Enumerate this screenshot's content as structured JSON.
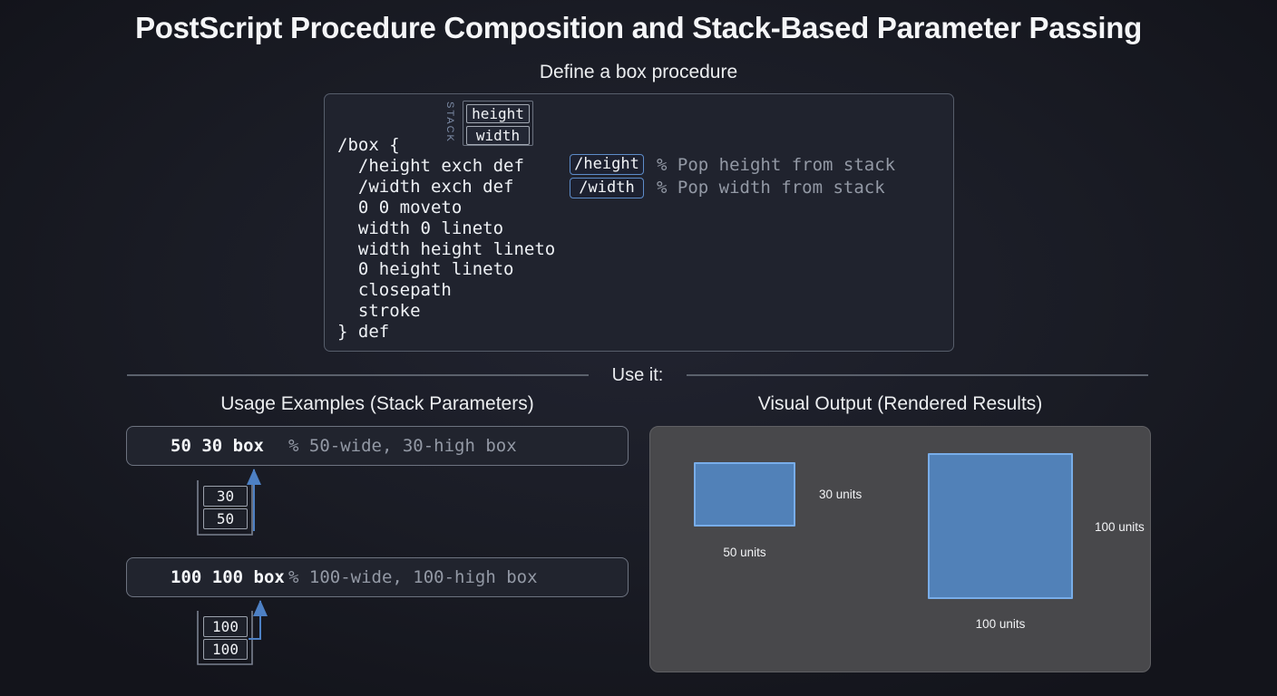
{
  "title": "PostScript Procedure Composition and Stack-Based Parameter Passing",
  "define_section": {
    "heading": "Define a box procedure",
    "stack_label": "STACK",
    "stack_items": [
      "height",
      "width"
    ],
    "code_lines": [
      "/box {",
      "  /height exch def",
      "  /width exch def",
      "  0 0 moveto",
      "  width 0 lineto",
      "  width height lineto",
      "  0 height lineto",
      "  closepath",
      "  stroke",
      "} def"
    ],
    "param_chips": [
      "/height",
      "/width"
    ],
    "comments": [
      "% Pop height from stack",
      "% Pop width from stack"
    ]
  },
  "divider": {
    "label": "Use it:"
  },
  "usage_section": {
    "heading": "Usage Examples (Stack Parameters)",
    "examples": [
      {
        "code": "50 30 box",
        "comment": "% 50-wide, 30-high box",
        "stack": [
          "30",
          "50"
        ]
      },
      {
        "code": "100 100 box",
        "comment": "% 100-wide, 100-high box",
        "stack": [
          "100",
          "100"
        ]
      }
    ]
  },
  "output_section": {
    "heading": "Visual Output (Rendered Results)",
    "results": [
      {
        "width_label": "50 units",
        "height_label": "30 units"
      },
      {
        "width_label": "100 units",
        "height_label": "100 units"
      }
    ]
  },
  "colors": {
    "accent_blue": "#4d80c4",
    "box_fill": "#5181b8",
    "box_border": "#78ade9",
    "panel_bg": "#48484b",
    "comment_gray": "#9399a5"
  }
}
